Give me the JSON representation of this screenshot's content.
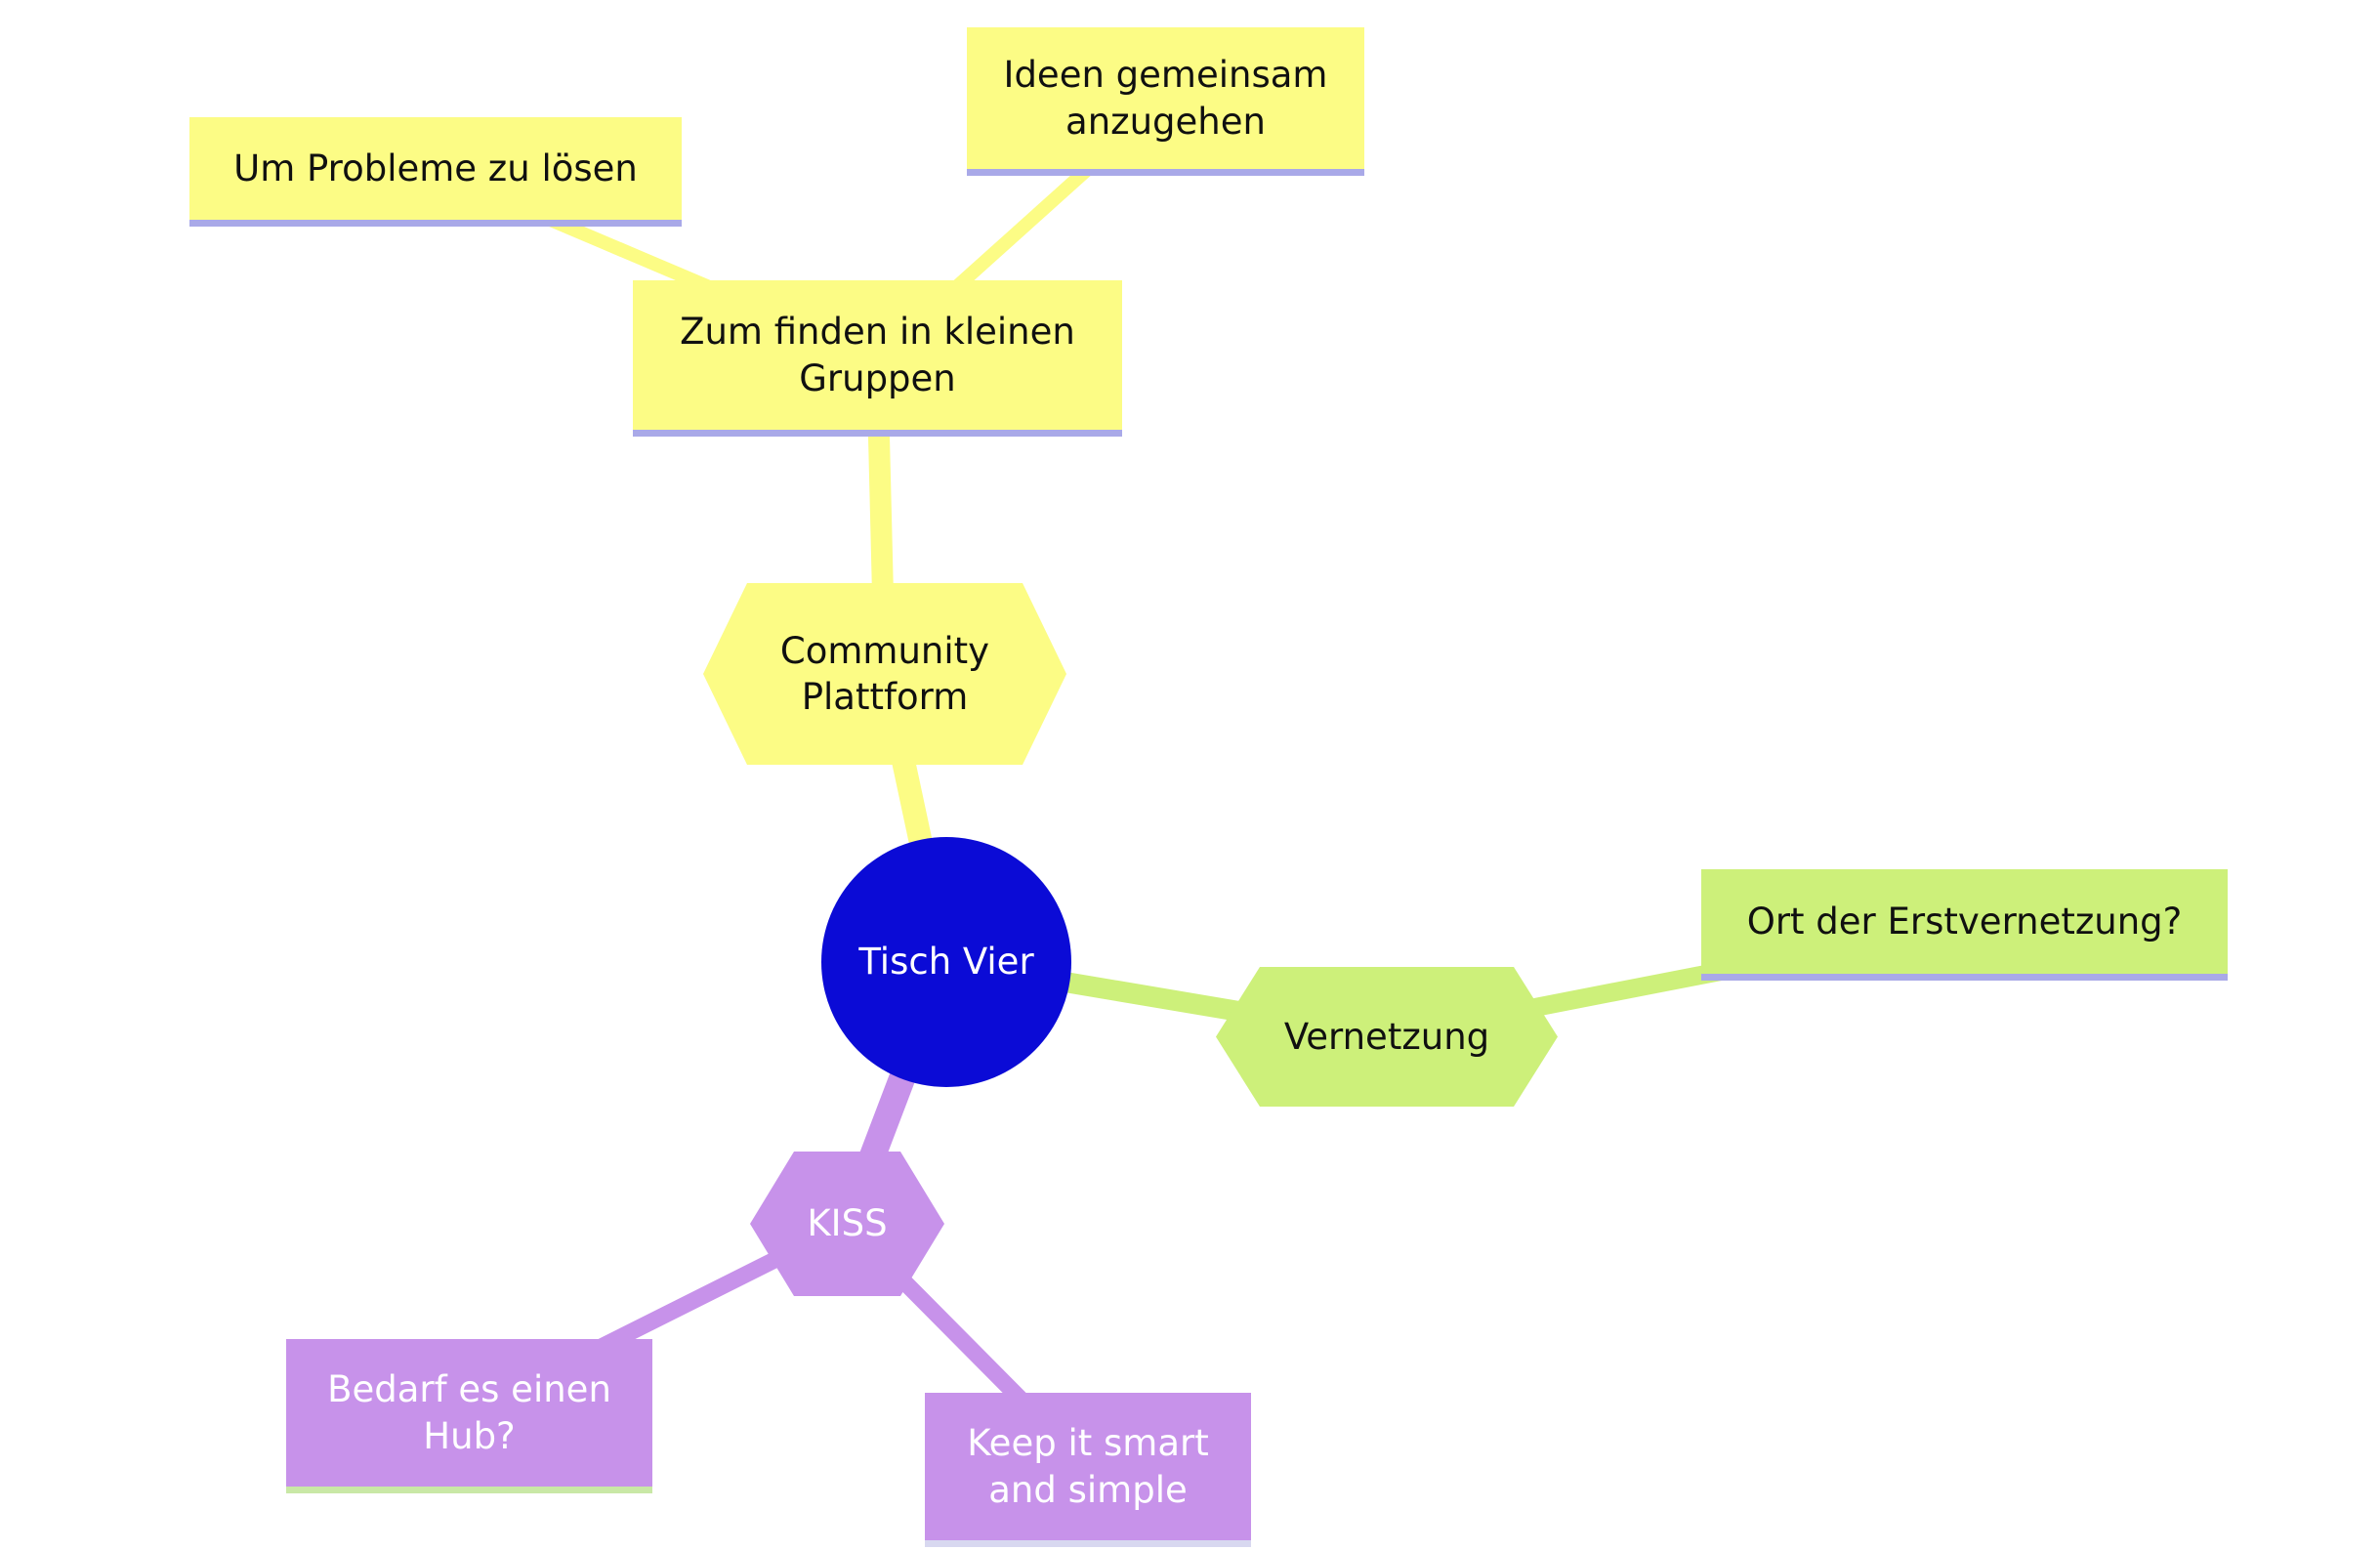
{
  "nodes": {
    "tisch_vier": {
      "label": "Tisch Vier"
    },
    "community": {
      "label": "Community Plattform"
    },
    "zum_finden": {
      "label": "Zum finden in kleinen Gruppen"
    },
    "um_probleme": {
      "label": "Um Probleme zu lösen"
    },
    "ideen": {
      "label": "Ideen gemeinsam anzugehen"
    },
    "vernetzung": {
      "label": "Vernetzung"
    },
    "ort": {
      "label": "Ort der Erstvernetzung?"
    },
    "kiss": {
      "label": "KISS"
    },
    "bedarf": {
      "label": "Bedarf es einen Hub?"
    },
    "keep": {
      "label": "Keep it smart and simple"
    }
  },
  "colors": {
    "yellow": "#FCFC85",
    "green": "#CDF07A",
    "purple": "#C792EA",
    "blue": "#0B0BD6",
    "underline_lavender": "#A9A9E8",
    "underline_green": "#C9E8A6",
    "underline_pale": "#D8D8F0"
  }
}
